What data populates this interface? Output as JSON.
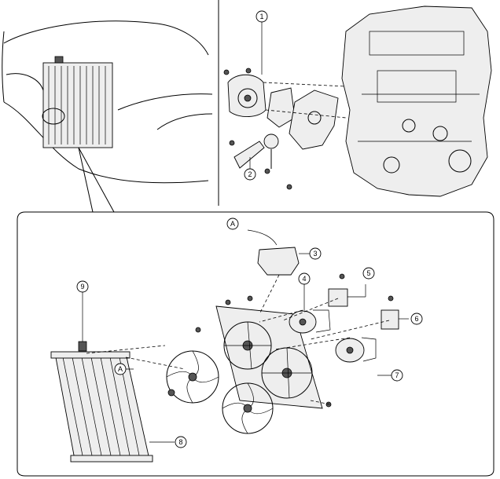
{
  "callouts": {
    "c1": "1",
    "c2": "2",
    "c3": "3",
    "c4": "4",
    "c5": "5",
    "c6": "6",
    "c7": "7",
    "c8": "8",
    "c9": "9",
    "ref_a_top": "A",
    "ref_a_radiator": "A"
  }
}
